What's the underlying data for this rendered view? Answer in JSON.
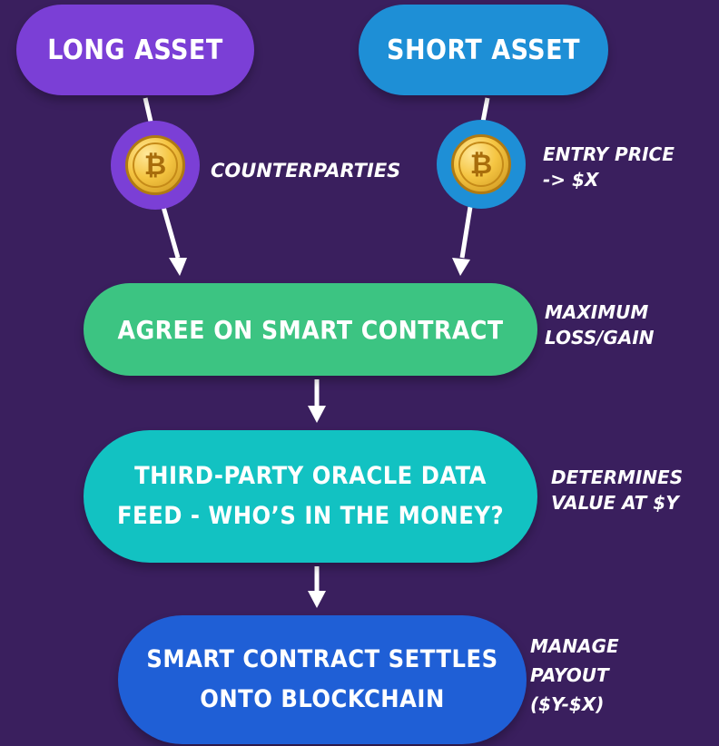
{
  "nodes": {
    "long_asset": "LONG ASSET",
    "short_asset": "SHORT ASSET",
    "agree": "AGREE ON SMART CONTRACT",
    "oracle": "THIRD-PARTY ORACLE DATA\nFEED - WHO’S IN THE MONEY?",
    "settle": "SMART CONTRACT SETTLES\nONTO BLOCKCHAIN"
  },
  "notes": {
    "counterparties": "COUNTERPARTIES",
    "entry_price": "ENTRY PRICE\n-> $X",
    "max_loss_gain": "MAXIMUM\nLOSS/GAIN",
    "determines": "DETERMINES\nVALUE AT $Y",
    "manage_payout": "MANAGE\nPAYOUT\n($Y-$X)"
  },
  "icons": {
    "coin": "bitcoin-icon",
    "coin_symbol": "₿"
  },
  "colors": {
    "background": "#3a1f5e",
    "long": "#7b3fd6",
    "short": "#1e8fd6",
    "agree": "#3cc482",
    "oracle": "#12c2c2",
    "settle": "#1f5fd6"
  }
}
